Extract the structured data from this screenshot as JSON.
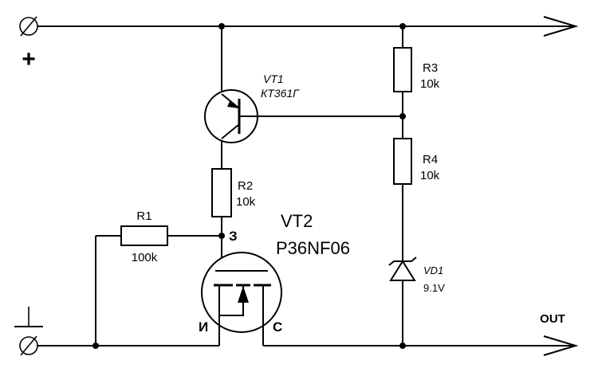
{
  "terminals": {
    "plus_sign": "+",
    "out_label": "OUT"
  },
  "components": {
    "vt1": {
      "name": "VT1",
      "type": "КТ361Г"
    },
    "r3": {
      "name": "R3",
      "value": "10k"
    },
    "r4": {
      "name": "R4",
      "value": "10k"
    },
    "r2": {
      "name": "R2",
      "value": "10k"
    },
    "r1": {
      "name": "R1",
      "value": "100k"
    },
    "vt2": {
      "name": "VT2",
      "type": "P36NF06",
      "pin_gate": "З",
      "pin_source": "И",
      "pin_drain": "С"
    },
    "vd1": {
      "name": "VD1",
      "value": "9.1V"
    }
  }
}
